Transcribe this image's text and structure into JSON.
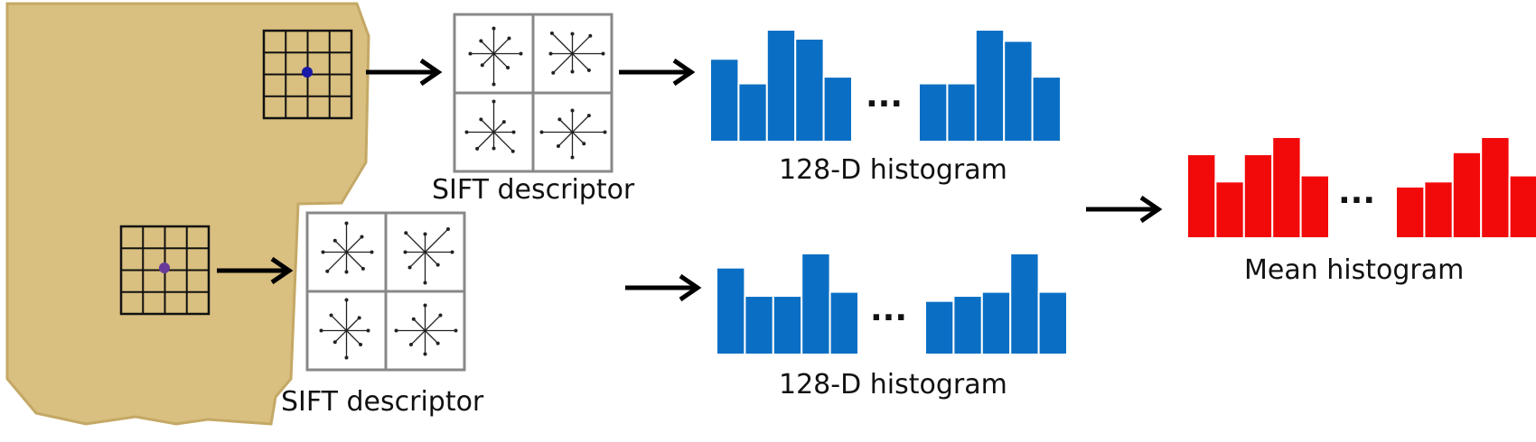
{
  "labels": {
    "sift_top": "SIFT descriptor",
    "sift_bottom": "SIFT descriptor",
    "hist_top": "128-D histogram",
    "hist_bottom": "128-D histogram",
    "mean": "Mean histogram",
    "ellipsis": "..."
  },
  "colors": {
    "blob": "#d9bf80",
    "blob_edge": "#c4a865",
    "keypoint_top": "#1a1aa8",
    "keypoint_bottom": "#6a3a9a",
    "hist_blue": "#0a6fc4",
    "hist_red": "#f20a0a",
    "grid": "#111111",
    "cell_border": "#888888"
  },
  "chart_data": [
    {
      "type": "bar",
      "name": "hist_top",
      "color": "blue",
      "series": [
        {
          "values": [
            0.74,
            0.52,
            1.0,
            0.92,
            0.58
          ]
        },
        {
          "values": [
            0.52,
            0.52,
            1.0,
            0.9,
            0.58
          ]
        }
      ]
    },
    {
      "type": "bar",
      "name": "hist_bottom",
      "color": "blue",
      "series": [
        {
          "values": [
            0.86,
            0.58,
            0.58,
            1.0,
            0.62
          ]
        },
        {
          "values": [
            0.53,
            0.58,
            0.62,
            1.0,
            0.62
          ]
        }
      ]
    },
    {
      "type": "bar",
      "name": "hist_mean",
      "color": "red",
      "series": [
        {
          "values": [
            0.83,
            0.56,
            0.83,
            1.0,
            0.62
          ]
        },
        {
          "values": [
            0.51,
            0.56,
            0.85,
            1.0,
            0.62
          ]
        }
      ]
    }
  ]
}
